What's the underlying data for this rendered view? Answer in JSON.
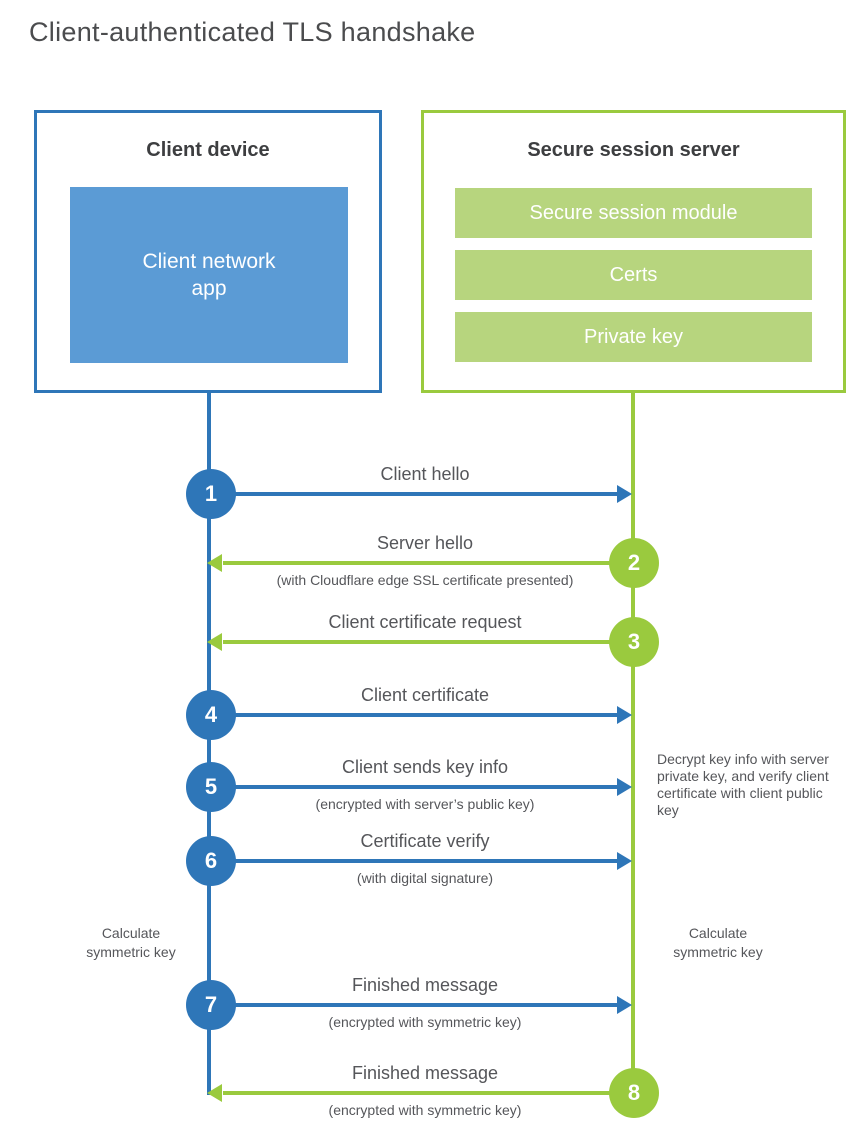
{
  "title": "Client-authenticated TLS handshake",
  "colors": {
    "blue": "#2e76b8",
    "light_blue": "#5b9bd5",
    "green": "#9aca3e",
    "light_green": "#b7d57e"
  },
  "client": {
    "heading": "Client device",
    "app_label": "Client network\napp"
  },
  "server": {
    "heading": "Secure session server",
    "modules": [
      "Secure session module",
      "Certs",
      "Private key"
    ]
  },
  "steps": [
    {
      "num": "1",
      "direction": "client-to-server",
      "label": "Client hello",
      "sub": ""
    },
    {
      "num": "2",
      "direction": "server-to-client",
      "label": "Server hello",
      "sub": "(with Cloudflare edge SSL certificate presented)"
    },
    {
      "num": "3",
      "direction": "server-to-client",
      "label": "Client certificate request",
      "sub": ""
    },
    {
      "num": "4",
      "direction": "client-to-server",
      "label": "Client certificate",
      "sub": ""
    },
    {
      "num": "5",
      "direction": "client-to-server",
      "label": "Client sends key info",
      "sub": "(encrypted with server’s public key)"
    },
    {
      "num": "6",
      "direction": "client-to-server",
      "label": "Certificate verify",
      "sub": "(with digital signature)"
    },
    {
      "num": "7",
      "direction": "client-to-server",
      "label": "Finished message",
      "sub": "(encrypted with symmetric key)"
    },
    {
      "num": "8",
      "direction": "server-to-client",
      "label": "Finished message",
      "sub": "(encrypted with symmetric key)"
    }
  ],
  "notes": {
    "client_calculate": "Calculate\nsymmetric key",
    "server_calculate": "Calculate\nsymmetric key",
    "server_decrypt": "Decrypt key info with server private key, and verify client certificate with client public key"
  }
}
